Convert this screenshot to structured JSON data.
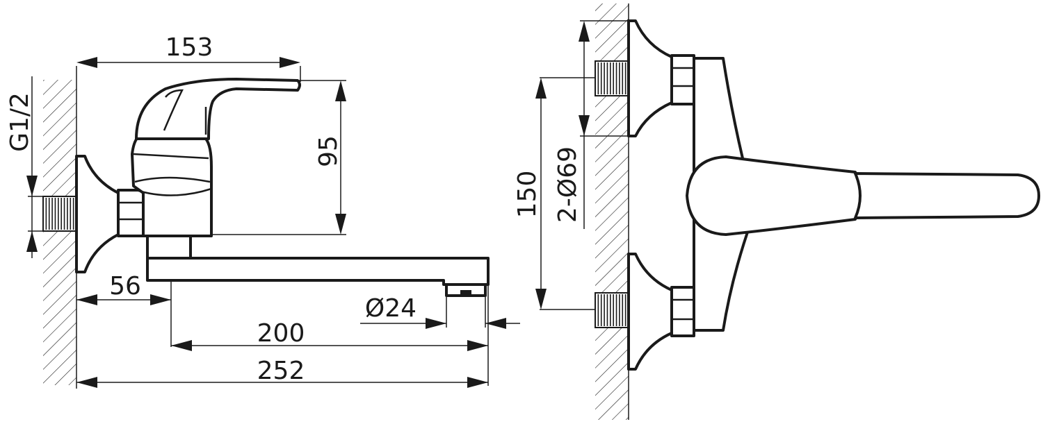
{
  "diagram": {
    "side_view": {
      "dims": {
        "total_height": "153",
        "lever_height": "95",
        "thread": "G1/2",
        "wall_to_spout": "56",
        "outlet_diameter": "Ø24",
        "spout_reach": "200",
        "total_reach": "252"
      }
    },
    "front_view": {
      "dims": {
        "center_distance": "150",
        "escutcheon_diameter": "2-Ø69"
      }
    }
  }
}
